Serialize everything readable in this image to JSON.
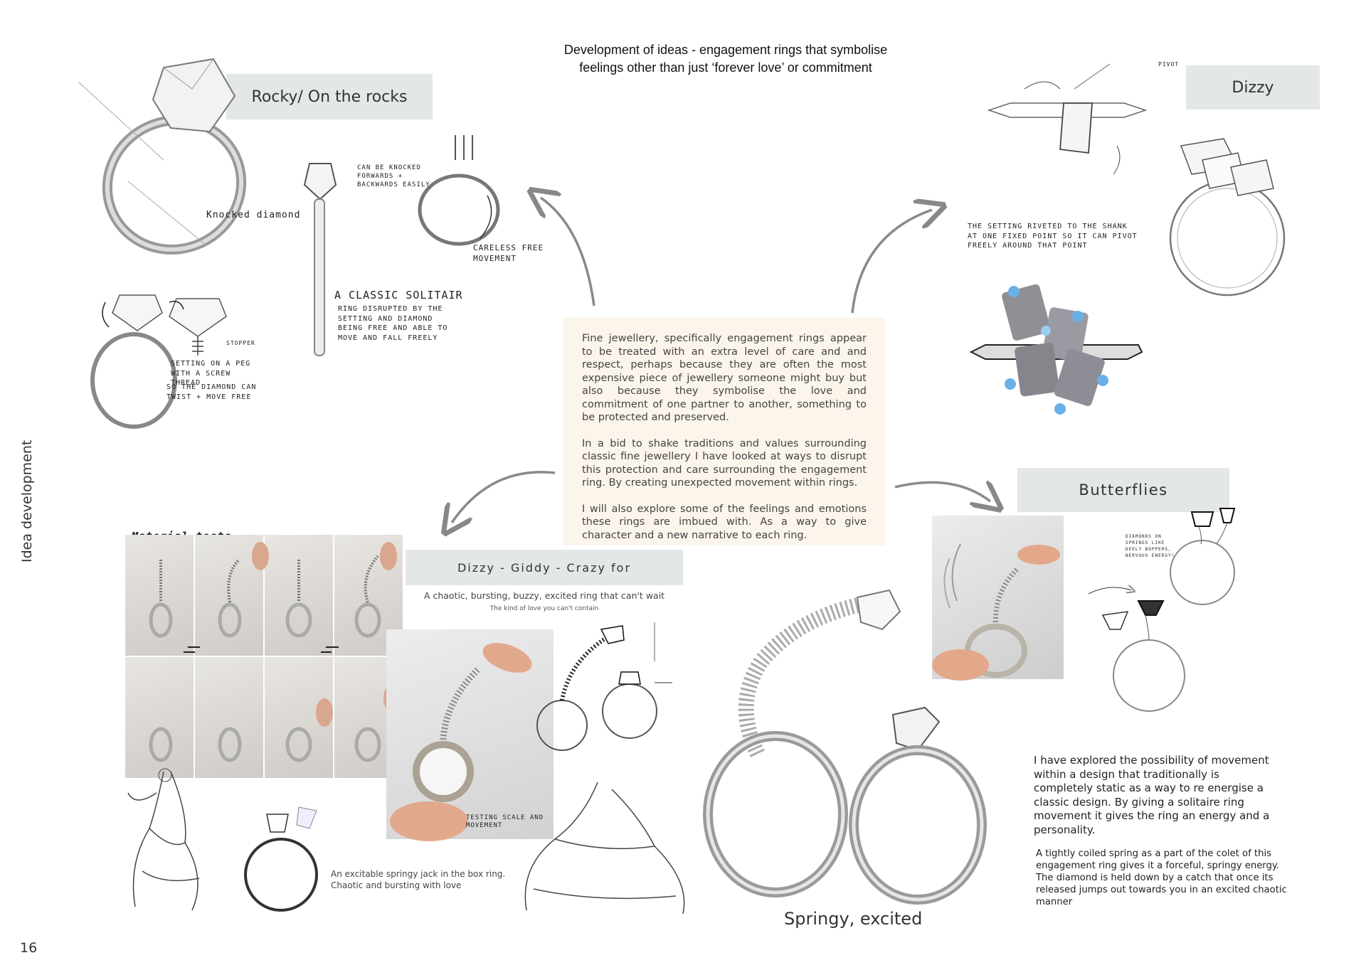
{
  "header": {
    "title_line1": "Development of ideas - engagement rings that symbolise",
    "title_line2": "feelings other than just ‘forever love’ or commitment"
  },
  "side_label": "Idea development",
  "page_number": "16",
  "labels": {
    "rocky": "Rocky/ On the rocks",
    "dizzy": "Dizzy",
    "butterflies": "Butterflies",
    "dizzy_giddy": "Dizzy - Giddy - Crazy for",
    "springy": "Springy, excited",
    "material_tests": "Material tests"
  },
  "center_text": {
    "p1": "Fine jewellery, specifically engagement rings appear to be treated with an extra level of care and and respect, perhaps because they are often the most expensive piece of jewellery someone might buy but also because they symbolise the love and commitment of one partner to another, something to be protected and preserved.",
    "p2": "In a bid to shake traditions and values surrounding classic fine jewellery I have looked at ways to disrupt this protection and care surrounding the engagement ring. By creating unexpected movement within rings.",
    "p3": "I will also explore some of the feelings and emotions these rings are imbued with. As a way to give character and a new narrative to each ring."
  },
  "annotations": {
    "knocked": "Knocked diamond",
    "can_be_knocked": "Can be knocked forwards + backwards easily",
    "careless": "Careless free movement",
    "classic": "A classic solitair",
    "classic_body": "ring disrupted by the setting and diamond being free and able to move and fall freely",
    "stopper": "stopper",
    "peg": "Setting on a peg with a screw thread",
    "peg2": "so the diamond can twist + move free",
    "riveted": "The setting riveted to the shank at one fixed point so it can pivot freely around that point",
    "pivot": "pivot",
    "diamonds_spring": "Diamonds on springs like Deely Boppers, nervous energy!",
    "testing": "Testing scale and movement"
  },
  "dizzy_section": {
    "sub1": "A chaotic, bursting, buzzy, excited ring that can't wait",
    "sub2": "The kind of love you can't contain",
    "caption1": "An excitable springy jack in the box ring.",
    "caption2": "Chaotic and bursting with love"
  },
  "right_text": {
    "p1": "I have explored the possibility of  movement within a design that traditionally is completely static as a way to re energise a classic design. By giving a solitaire ring movement it gives the ring an energy and a personality.",
    "p2": "A tightly coiled spring as a part of the colet of this engagement ring gives it a forceful, springy energy. The diamond is held down by a catch that once its released jumps out towards you in an excited chaotic manner"
  },
  "colors": {
    "label_bg": "#e3e7e6",
    "center_bg": "#fcf5ec",
    "arrow": "#888888",
    "accent_blue": "#6ab0e8"
  }
}
